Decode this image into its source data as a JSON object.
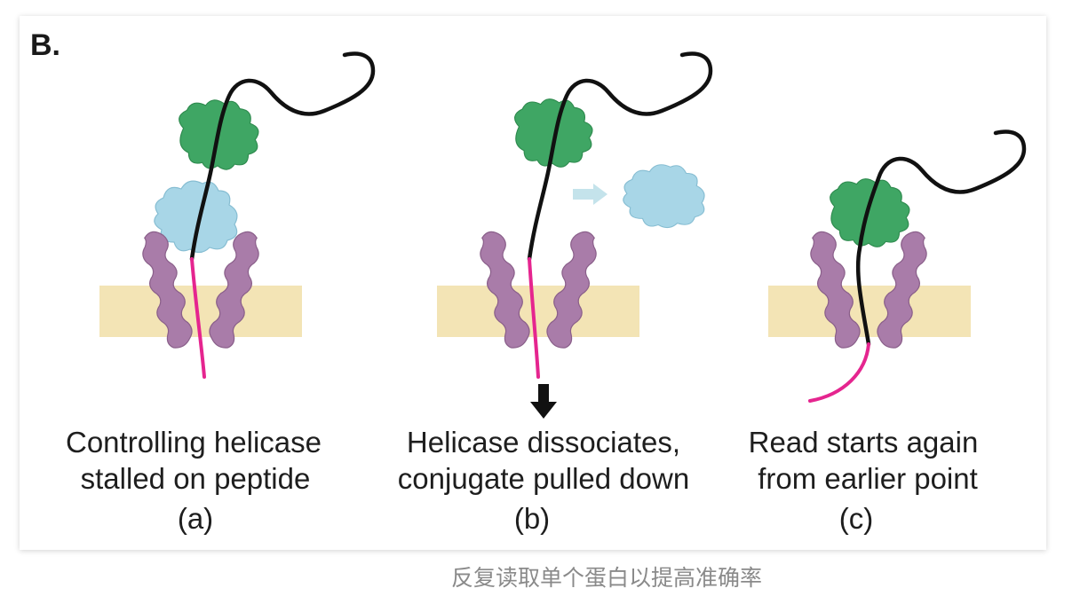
{
  "figure": {
    "panel_label": "B.",
    "panels": [
      {
        "line1": "Controlling helicase",
        "line2": "stalled on peptide",
        "tag": "(a)"
      },
      {
        "line1": "Helicase dissociates,",
        "line2": "conjugate pulled down",
        "tag": "(b)"
      },
      {
        "line1": "Read starts again",
        "line2": "from earlier point",
        "tag": "(c)"
      }
    ]
  },
  "caption": "反复读取单个蛋白以提高准确率",
  "colors": {
    "membrane": "#F3E4B5",
    "pore": "#A97CA9",
    "pore_outline": "#8A5F8A",
    "helicase_controlling": "#3FA664",
    "helicase_controlling_outline": "#2E8A4E",
    "helicase_dissociating": "#A8D6E7",
    "helicase_dissociating_outline": "#86BDD2",
    "dna_strand": "#111111",
    "peptide": "#E5258F",
    "motion_arrow": "#C4E3EB",
    "pull_arrow": "#111111"
  }
}
